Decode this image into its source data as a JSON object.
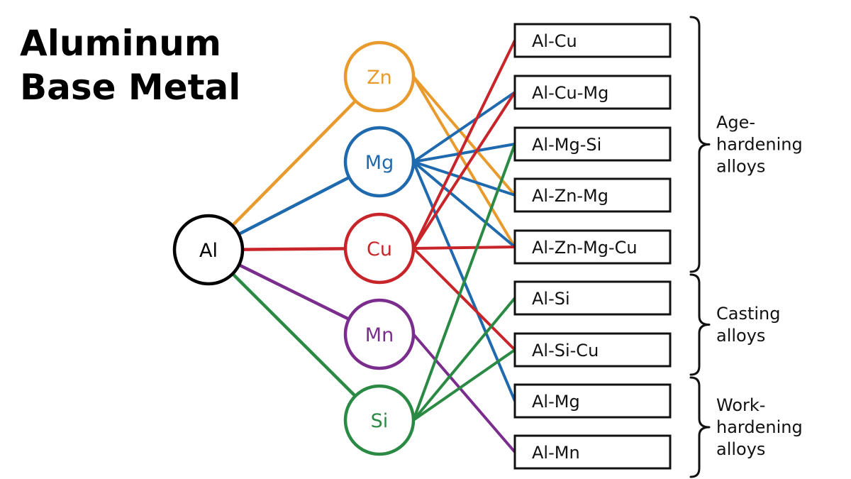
{
  "title": {
    "line1": "Aluminum",
    "line2": "Base Metal"
  },
  "colors": {
    "Zn": "#E99A2C",
    "Mg": "#1F6AAE",
    "Cu": "#C8252B",
    "Mn": "#7B2D8E",
    "Si": "#2A8A44",
    "Al": "#000000"
  },
  "nodes": {
    "base": {
      "id": "Al",
      "label": "Al"
    },
    "elements": [
      {
        "id": "Zn",
        "label": "Zn"
      },
      {
        "id": "Mg",
        "label": "Mg"
      },
      {
        "id": "Cu",
        "label": "Cu"
      },
      {
        "id": "Mn",
        "label": "Mn"
      },
      {
        "id": "Si",
        "label": "Si"
      }
    ]
  },
  "alloys": [
    {
      "id": "Al-Cu",
      "label": "Al-Cu"
    },
    {
      "id": "Al-Cu-Mg",
      "label": "Al-Cu-Mg"
    },
    {
      "id": "Al-Mg-Si",
      "label": "Al-Mg-Si"
    },
    {
      "id": "Al-Zn-Mg",
      "label": "Al-Zn-Mg"
    },
    {
      "id": "Al-Zn-Mg-Cu",
      "label": "Al-Zn-Mg-Cu"
    },
    {
      "id": "Al-Si",
      "label": "Al-Si"
    },
    {
      "id": "Al-Si-Cu",
      "label": "Al-Si-Cu"
    },
    {
      "id": "Al-Mg",
      "label": "Al-Mg"
    },
    {
      "id": "Al-Mn",
      "label": "Al-Mn"
    }
  ],
  "edges": [
    {
      "from": "Zn",
      "to": "Al-Zn-Mg"
    },
    {
      "from": "Zn",
      "to": "Al-Zn-Mg-Cu"
    },
    {
      "from": "Mg",
      "to": "Al-Cu-Mg"
    },
    {
      "from": "Mg",
      "to": "Al-Mg-Si"
    },
    {
      "from": "Mg",
      "to": "Al-Zn-Mg"
    },
    {
      "from": "Mg",
      "to": "Al-Zn-Mg-Cu"
    },
    {
      "from": "Mg",
      "to": "Al-Mg"
    },
    {
      "from": "Cu",
      "to": "Al-Cu"
    },
    {
      "from": "Cu",
      "to": "Al-Cu-Mg"
    },
    {
      "from": "Cu",
      "to": "Al-Zn-Mg-Cu"
    },
    {
      "from": "Cu",
      "to": "Al-Si-Cu"
    },
    {
      "from": "Mn",
      "to": "Al-Mn"
    },
    {
      "from": "Si",
      "to": "Al-Mg-Si"
    },
    {
      "from": "Si",
      "to": "Al-Si"
    },
    {
      "from": "Si",
      "to": "Al-Si-Cu"
    }
  ],
  "groups": [
    {
      "lines": [
        "Age-",
        "hardening",
        "alloys"
      ],
      "from": "Al-Cu",
      "to": "Al-Zn-Mg-Cu"
    },
    {
      "lines": [
        "Casting",
        "alloys"
      ],
      "from": "Al-Si",
      "to": "Al-Si-Cu"
    },
    {
      "lines": [
        "Work-",
        "hardening",
        "alloys"
      ],
      "from": "Al-Mg",
      "to": "Al-Mn"
    }
  ]
}
